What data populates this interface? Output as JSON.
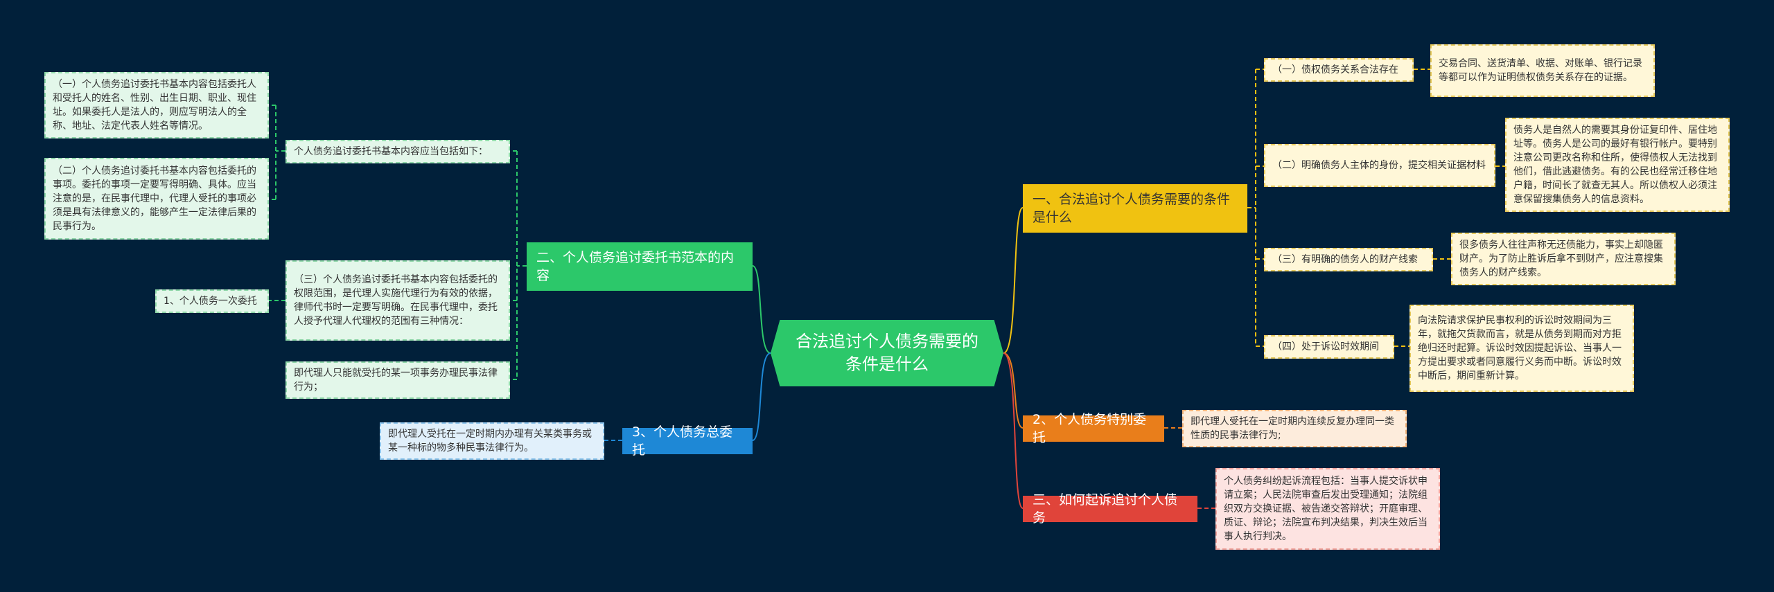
{
  "title": "合法追讨个人债务需要的条件是什么",
  "colors": {
    "background": "#01203a",
    "central": "#2cc86a",
    "branch_1": "#f0c211",
    "branch_2": "#e97e1b",
    "branch_3": "#e0443a",
    "branch_4": "#2cc86a",
    "branch_5": "#1e88d6"
  },
  "right": {
    "b1": {
      "title": "一、合法追讨个人债务需要的条件是什么",
      "items": [
        {
          "label": "（一）债权债务关系合法存在",
          "detail": "交易合同、送货清单、收据、对账单、银行记录等都可以作为证明债权债务关系存在的证据。"
        },
        {
          "label": "（二）明确债务人主体的身份，提交相关证据材料",
          "detail": "债务人是自然人的需要其身份证复印件、居住地址等。债务人是公司的最好有银行帐户。要特别注意公司更改名称和住所，使得债权人无法找到他们，借此逃避债务。有的公民也经常迁移住地户籍，时间长了就查无其人。所以债权人必须注意保留搜集债务人的信息资料。"
        },
        {
          "label": "（三）有明确的债务人的财产线索",
          "detail": "很多债务人往往声称无还债能力，事实上却隐匿财产。为了防止胜诉后拿不到财产，应注意搜集债务人的财产线索。"
        },
        {
          "label": "（四）处于诉讼时效期间",
          "detail": "向法院请求保护民事权利的诉讼时效期间为三年，就拖欠货款而言，就是从债务到期而对方拒绝归还时起算。诉讼时效因提起诉讼、当事人一方提出要求或者同意履行义务而中断。诉讼时效中断后，期间重新计算。"
        }
      ]
    },
    "b2": {
      "title": "2、个人债务特别委托",
      "detail": "即代理人受托在一定时期内连续反复办理同一类性质的民事法律行为;"
    },
    "b3": {
      "title": "三、如何起诉追讨个人债务",
      "detail": "个人债务纠纷起诉流程包括：当事人提交诉状申请立案；人民法院审查后发出受理通知；法院组织双方交换证据、被告递交答辩状；开庭审理、质证、辩论；法院宣布判决结果，判决生效后当事人执行判决。"
    }
  },
  "left": {
    "b4": {
      "title": "二、个人债务追讨委托书范本的内容",
      "group_label": "个人债务追讨委托书基本内容应当包括如下：",
      "group_items": [
        "（一）个人债务追讨委托书基本内容包括委托人和受托人的姓名、性别、出生日期、职业、现住址。如果委托人是法人的，则应写明法人的全称、地址、法定代表人姓名等情况。",
        "（二）个人债务追讨委托书基本内容包括委托的事项。委托的事项一定要写得明确、具体。应当注意的是，在民事代理中，代理人受托的事项必须是具有法律意义的，能够产生一定法律后果的民事行为。"
      ],
      "item3": "（三）个人债务追讨委托书基本内容包括委托的权限范围，是代理人实施代理行为有效的依据，律师代书时一定要写明确。在民事代理中，委托人授予代理人代理权的范围有三种情况：",
      "item3_child": "1、个人债务一次委托",
      "item4": "即代理人只能就受托的某一项事务办理民事法律行为；"
    },
    "b5": {
      "title": "3、个人债务总委托",
      "detail": "即代理人受托在一定时期内办理有关某类事务或某一种标的物多种民事法律行为。"
    }
  }
}
